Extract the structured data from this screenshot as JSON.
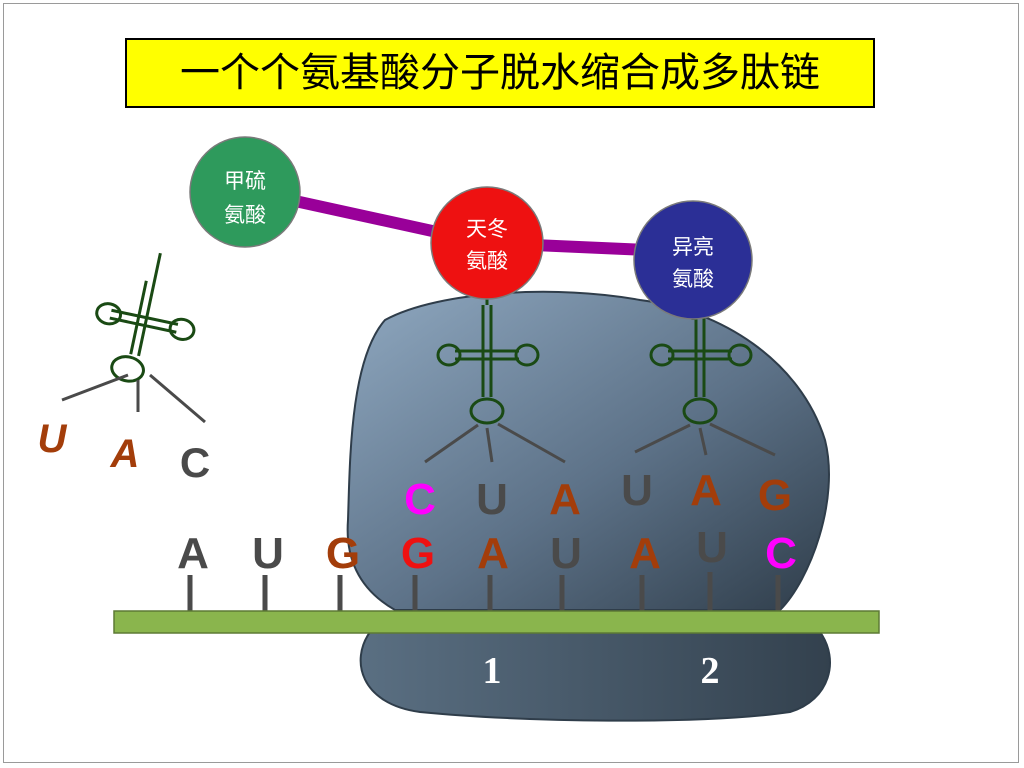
{
  "title": "一个个氨基酸分子脱水缩合成多肽链",
  "amino_acids": [
    {
      "label": "甲硫\n氨酸",
      "color": "#2e9a5c"
    },
    {
      "label": "天冬\n氨酸",
      "color": "#ee1111"
    },
    {
      "label": "异亮\n氨酸",
      "color": "#2b2f96"
    }
  ],
  "trna_free": {
    "anticodon": [
      "U",
      "A",
      "C"
    ]
  },
  "trna_site1": {
    "anticodon": [
      "C",
      "U",
      "A"
    ]
  },
  "trna_site2": {
    "anticodon": [
      "U",
      "A",
      "G"
    ]
  },
  "mrna": {
    "bases": [
      "A",
      "U",
      "G",
      "G",
      "A",
      "U",
      "A",
      "U",
      "C"
    ]
  },
  "sites": [
    "1",
    "2"
  ],
  "colors": {
    "peptide_bond": "#990099",
    "mrna_strand": "#8ab54d",
    "ribosome_light": "#8fa8c0",
    "ribosome_dark": "#2f3d4a",
    "trna_line": "#1a4a14",
    "base_gray": "#4a4a4a",
    "base_brown": "#a33d0a",
    "base_magenta": "#ff00ff",
    "base_red": "#ee1111"
  }
}
